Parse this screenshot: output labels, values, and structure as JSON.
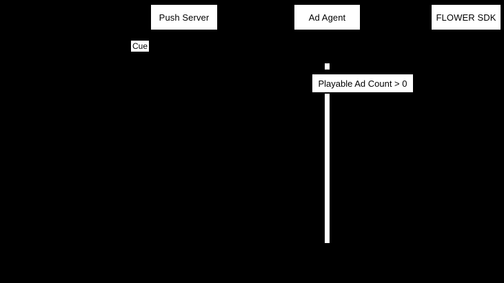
{
  "diagram": {
    "type": "sequence-diagram",
    "background_color": "#000000",
    "element_color": "#ffffff",
    "text_color": "#000000",
    "participants": [
      {
        "label": "Push Server"
      },
      {
        "label": "Ad Agent"
      },
      {
        "label": "FLOWER SDK"
      }
    ],
    "notes": [
      {
        "label": "Cue"
      }
    ],
    "conditions": [
      {
        "label": "Playable Ad Count > 0"
      }
    ]
  }
}
